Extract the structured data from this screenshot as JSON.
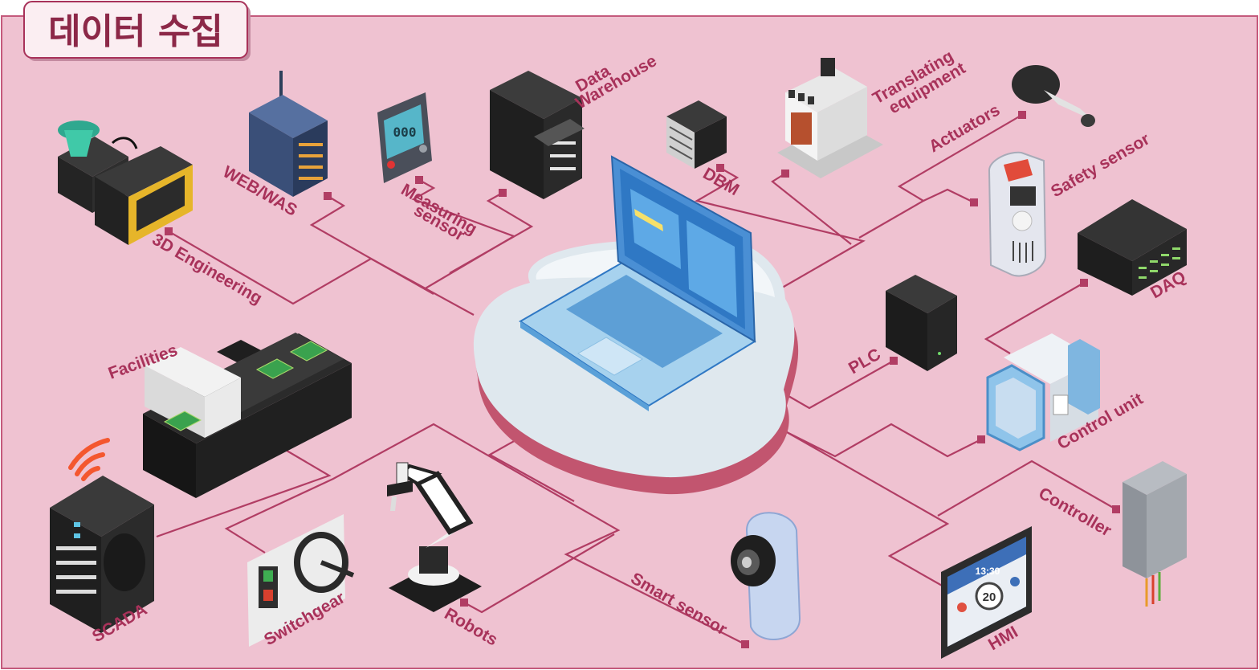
{
  "title": "데이터 수집",
  "colors": {
    "background": "#efc2d1",
    "border": "#c45a7c",
    "line": "#b13d64",
    "label": "#a8325a",
    "title_text": "#8c2848",
    "cloud": "#dfe8ee",
    "cloud_shadow": "#c2556f",
    "laptop_screen": "#2f78c4"
  },
  "devices": {
    "3d_engineering": "3D Engineering",
    "web_was": "WEB/WAS",
    "measuring_sensor_1": "Measuring",
    "measuring_sensor_2": "sensor",
    "data_warehouse_1": "Data",
    "data_warehouse_2": "Warehouse",
    "dbm": "DBM",
    "translating_equipment_1": "Translating",
    "translating_equipment_2": "equipment",
    "actuators": "Actuators",
    "safety_sensor": "Safety sensor",
    "daq": "DAQ",
    "plc": "PLC",
    "control_unit": "Control unit",
    "controller": "Controller",
    "hmi": "HMI",
    "smart_sensor": "Smart sensor",
    "robots": "Robots",
    "switchgear": "Switchgear",
    "scada": "SCADA",
    "facilities": "Facilities"
  },
  "screens": {
    "measuring_display": "000",
    "hmi_clock": "13:30",
    "hmi_gauge": "20"
  }
}
